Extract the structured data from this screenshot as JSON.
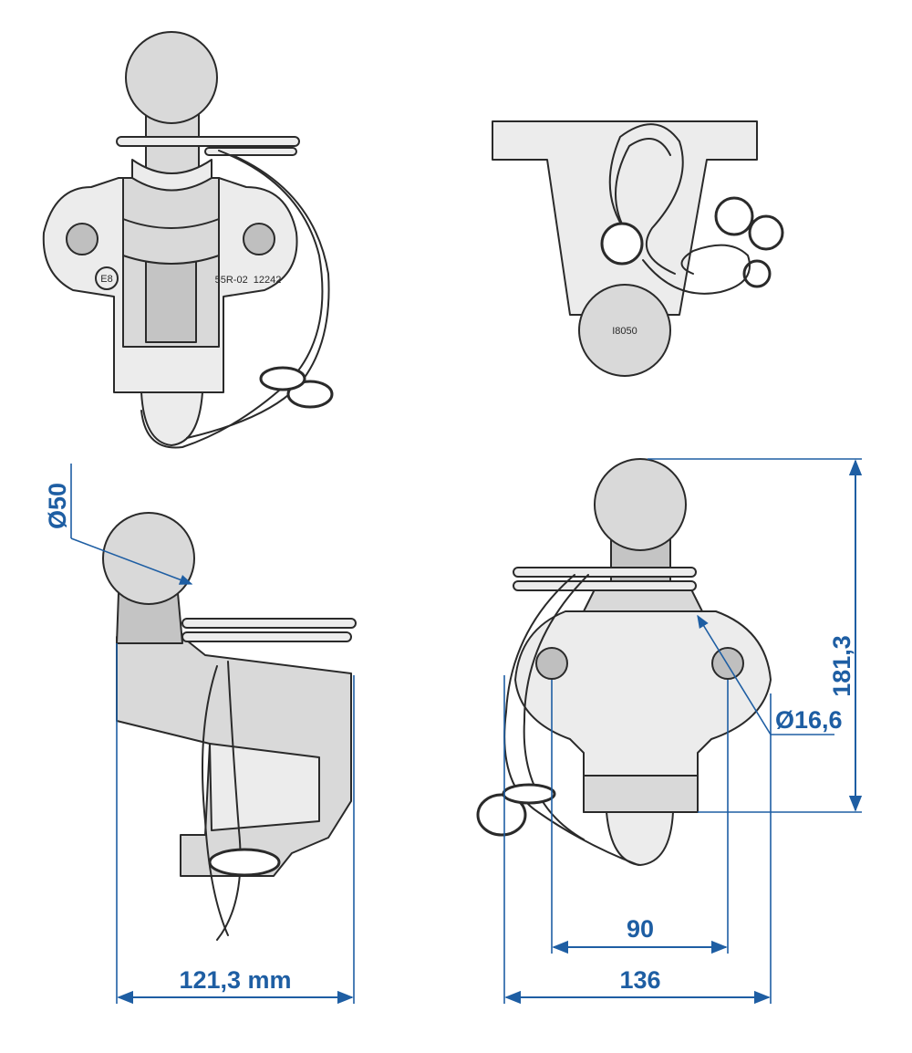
{
  "colors": {
    "dimension": "#1e5ea3",
    "outline": "#2a2a2a",
    "part_fill": "#d9d9d9"
  },
  "markings": {
    "approval_mark": "E8",
    "regulation_number": "55R-02  12242",
    "standard_label": "I8050"
  },
  "dimensions": {
    "ball_diameter": "Ø50",
    "length": "121,3 mm",
    "height": "181,3",
    "hole_diameter": "Ø16,6",
    "hole_spacing": "90",
    "width": "136"
  }
}
